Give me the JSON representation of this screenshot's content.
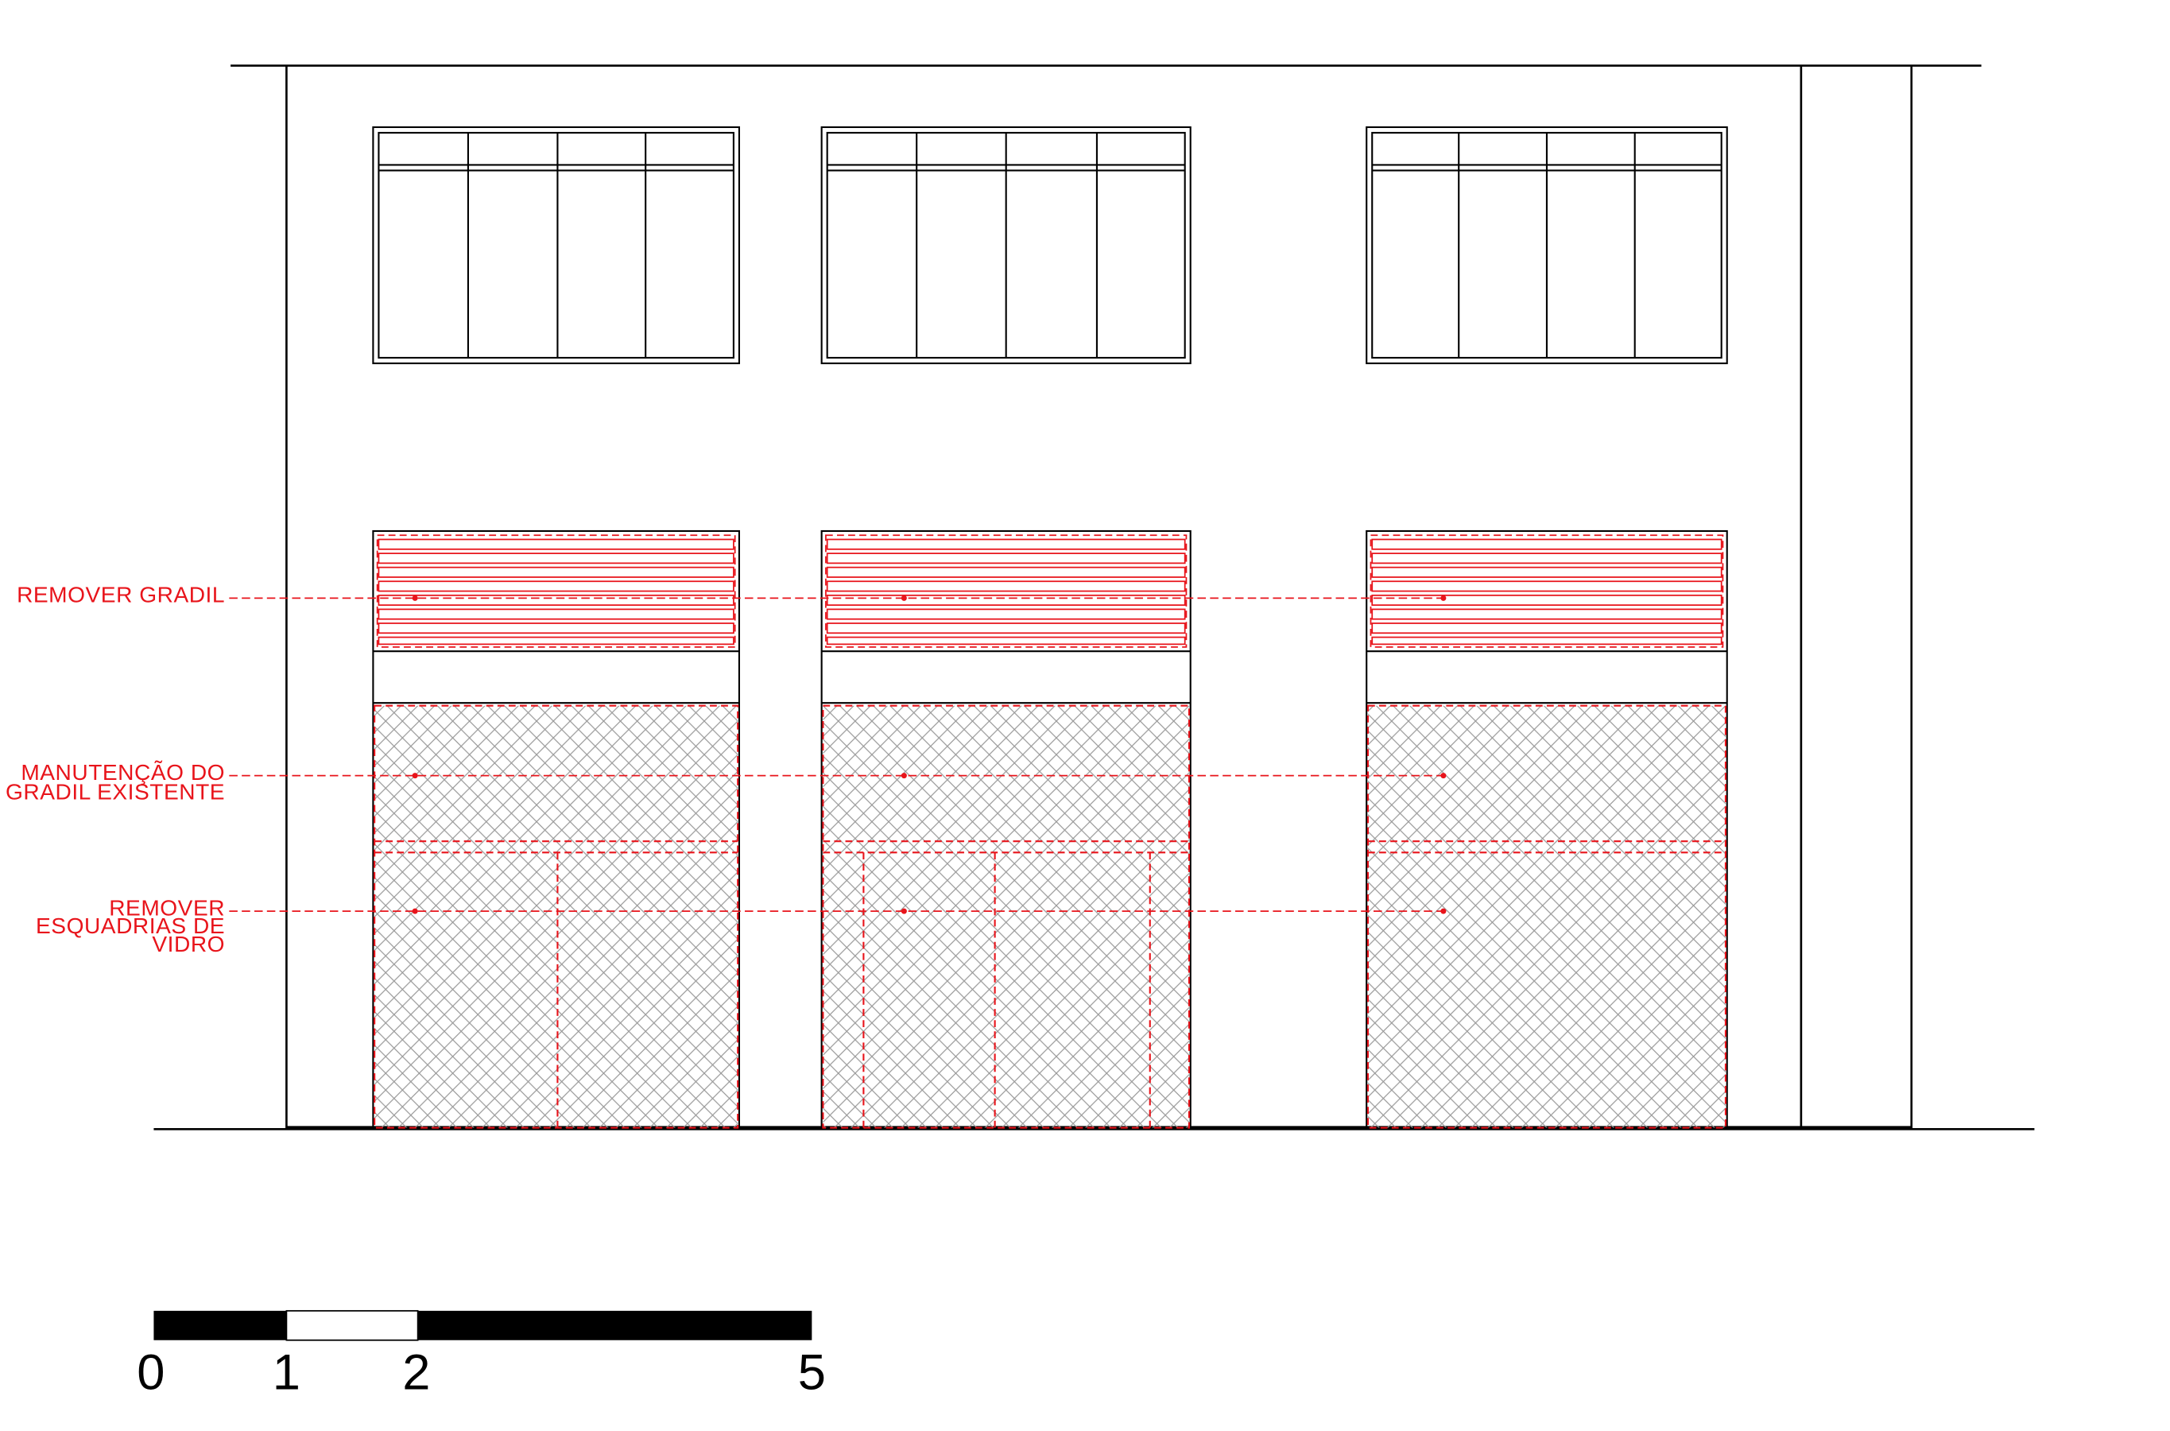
{
  "colors": {
    "line": "#000000",
    "annotation": "#e8141b",
    "hatch": "#9a9a9a",
    "background": "#ffffff"
  },
  "annotations": {
    "remove_railing": "REMOVER GRADIL",
    "keep_railing_line1": "MANUTENÇÃO DO",
    "keep_railing_line2": "GRADIL EXISTENTE",
    "remove_glass_line1": "REMOVER",
    "remove_glass_line2": "ESQUADRIAS DE",
    "remove_glass_line3": "VIDRO"
  },
  "scale_bar": {
    "labels": [
      "0",
      "1",
      "2",
      "5"
    ]
  }
}
